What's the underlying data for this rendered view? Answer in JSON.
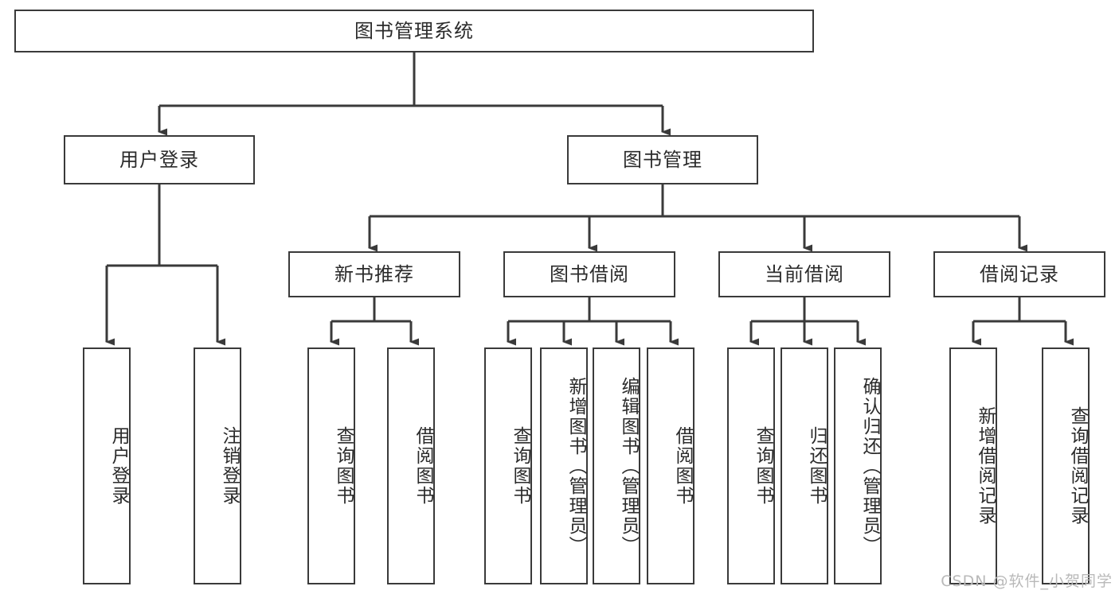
{
  "diagram": {
    "title": "图书管理系统",
    "watermark": "CSDN @软件_小贺同学",
    "colors": {
      "node_border": "#3a3a3a",
      "node_fill": "#ffffff",
      "edge": "#3a3a3a",
      "text": "#2b2b2b",
      "background": "#ffffff",
      "watermark": "#b9b9b9"
    },
    "root": {
      "label": "图书管理系统"
    },
    "level2": [
      {
        "label": "用户登录"
      },
      {
        "label": "图书管理"
      }
    ],
    "level3": [
      {
        "label": "新书推荐"
      },
      {
        "label": "图书借阅"
      },
      {
        "label": "当前借阅"
      },
      {
        "label": "借阅记录"
      }
    ],
    "leaves": {
      "user_login": [
        {
          "label": "用户登录"
        },
        {
          "label": "注销登录"
        }
      ],
      "new_book_recommend": [
        {
          "label": "查询图书"
        },
        {
          "label": "借阅图书"
        }
      ],
      "book_borrow": [
        {
          "label": "查询图书"
        },
        {
          "label": "新增图书（管理员）"
        },
        {
          "label": "编辑图书（管理员）"
        },
        {
          "label": "借阅图书"
        }
      ],
      "current_borrow": [
        {
          "label": "查询图书"
        },
        {
          "label": "归还图书"
        },
        {
          "label": "确认归还（管理员）"
        }
      ],
      "borrow_record": [
        {
          "label": "新增借阅记录"
        },
        {
          "label": "查询借阅记录"
        }
      ]
    }
  }
}
